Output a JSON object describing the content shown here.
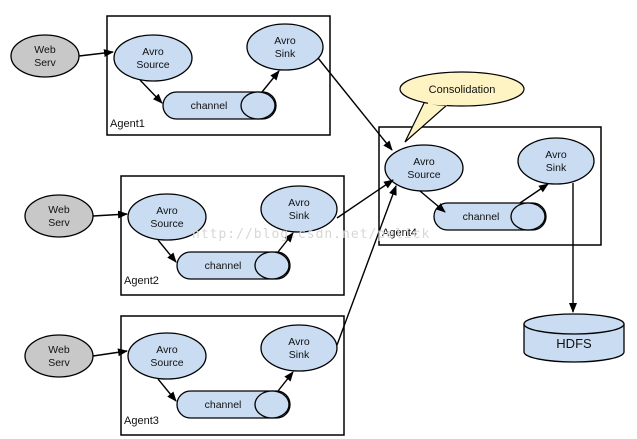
{
  "agents": {
    "agent1": {
      "label": "Agent1",
      "source": [
        "Avro",
        "Source"
      ],
      "sink": [
        "Avro",
        "Sink"
      ],
      "channel": "channel"
    },
    "agent2": {
      "label": "Agent2",
      "source": [
        "Avro",
        "Source"
      ],
      "sink": [
        "Avro",
        "Sink"
      ],
      "channel": "channel"
    },
    "agent3": {
      "label": "Agent3",
      "source": [
        "Avro",
        "Source"
      ],
      "sink": [
        "Avro",
        "Sink"
      ],
      "channel": "channel"
    },
    "agent4": {
      "label": "Agent4",
      "source": [
        "Avro",
        "Source"
      ],
      "sink": [
        "Avro",
        "Sink"
      ],
      "channel": "channel"
    }
  },
  "web_servers": [
    {
      "line1": "Web",
      "line2": "Serv"
    },
    {
      "line1": "Web",
      "line2": "Serv"
    },
    {
      "line1": "Web",
      "line2": "Serv"
    }
  ],
  "callout": "Consolidation",
  "hdfs": "HDFS",
  "watermark": "http://blog.csdn.net/pelick",
  "colors": {
    "node_fill": "#c9dcf2",
    "web_fill": "#c8c8c8",
    "callout_fill": "#fdf3c3"
  }
}
